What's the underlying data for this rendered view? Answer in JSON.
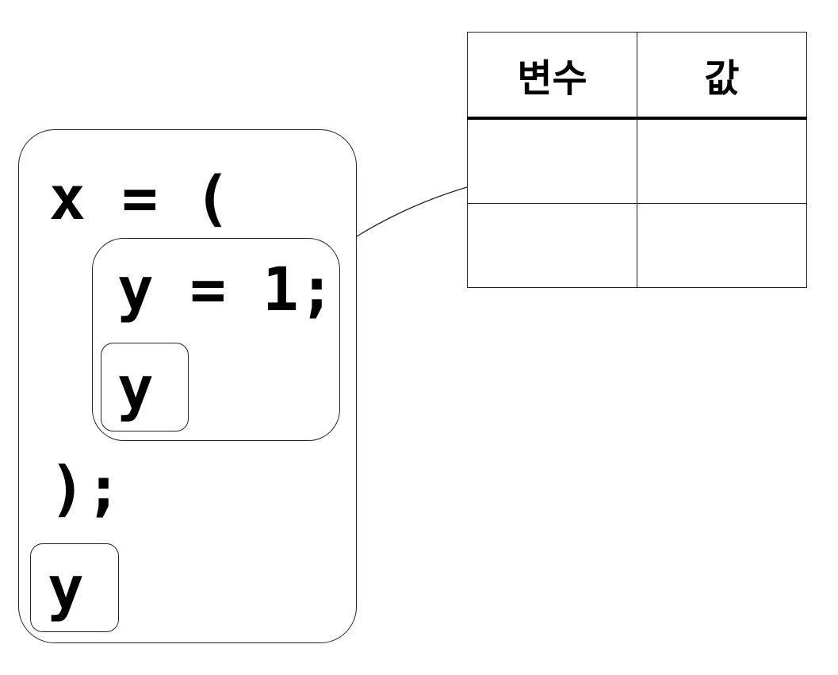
{
  "code": {
    "line1": "x = (",
    "line2": "y = 1;",
    "inner_ref": "y",
    "line3": ");",
    "outer_ref": "y"
  },
  "table": {
    "headers": [
      "변수",
      "값"
    ],
    "rows": [
      [
        "",
        ""
      ],
      [
        "",
        ""
      ]
    ]
  }
}
